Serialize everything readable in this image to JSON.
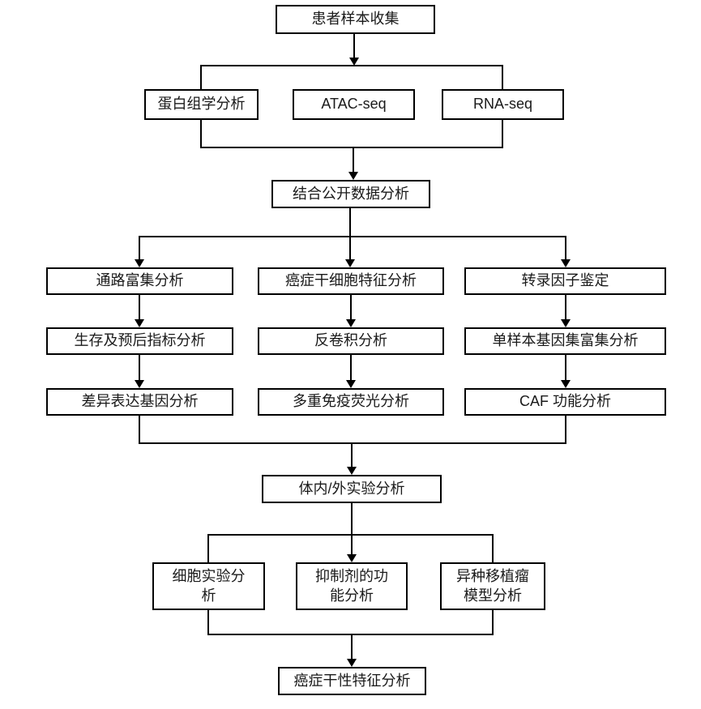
{
  "diagram": {
    "kind": "flowchart",
    "background_color": "#ffffff",
    "line_color": "#000000",
    "box_border_color": "#000000"
  },
  "nodes": {
    "patient_sample": {
      "label": "患者样本收集"
    },
    "proteomics": {
      "label": "蛋白组学分析"
    },
    "atac_seq": {
      "label": "ATAC-seq"
    },
    "rna_seq": {
      "label": "RNA-seq"
    },
    "public_data": {
      "label": "结合公开数据分析"
    },
    "pathway_enrichment": {
      "label": "通路富集分析"
    },
    "cancer_stem_cell_feature": {
      "label": "癌症干细胞特征分析"
    },
    "transcription_factor": {
      "label": "转录因子鉴定"
    },
    "survival_prognosis": {
      "label": "生存及预后指标分析"
    },
    "deconvolution": {
      "label": "反卷积分析"
    },
    "ssgsea": {
      "label": "单样本基因集富集分析"
    },
    "deg_analysis": {
      "label": "差异表达基因分析"
    },
    "multiplex_if": {
      "label": "多重免疫荧光分析"
    },
    "caf_function": {
      "label": "CAF 功能分析"
    },
    "in_vivo_vitro": {
      "label": "体内/外实验分析"
    },
    "cell_experiment": {
      "label": "细胞实验分析"
    },
    "inhibitor_function": {
      "label": "抑制剂的功能分析"
    },
    "xenograft_model": {
      "label": "异种移植瘤模型分析"
    },
    "cancer_stemness": {
      "label": "癌症干性特征分析"
    }
  }
}
